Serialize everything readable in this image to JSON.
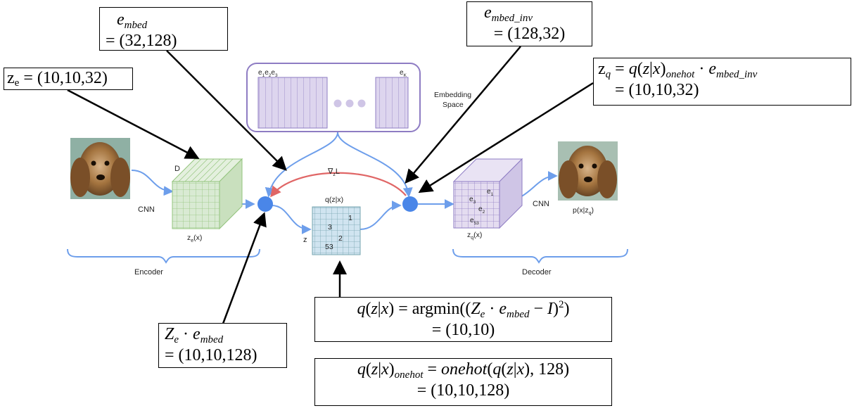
{
  "diagram": {
    "cnn_left": "CNN",
    "cnn_right": "CNN",
    "d_label": "D",
    "ze_x": "z",
    "ze_x_sub": "e",
    "ze_x_tail": "(x)",
    "z_label": "z",
    "q_label": "q(z|x)",
    "grid_vals": [
      "1",
      "3",
      "2",
      "53"
    ],
    "grad_label": "∇",
    "grad_sub": "z",
    "grad_tail": "L",
    "embed_e1": "e",
    "embed_e_subs": [
      "1",
      "2",
      "3"
    ],
    "embed_ek": "e",
    "embed_ek_sub": "K",
    "embed_space_1": "Embedding",
    "embed_space_2": "Space",
    "dec_cells": [
      "e",
      "e",
      "e",
      "e"
    ],
    "dec_cell_subs": [
      "1",
      "3",
      "2",
      "53"
    ],
    "zq_x": "z",
    "zq_x_sub": "q",
    "zq_x_tail": "(x)",
    "pxzq": "p(x|z",
    "pxzq_sub": "q",
    "pxzq_tail": ")",
    "encoder": "Encoder",
    "decoder": "Decoder"
  },
  "annotations": {
    "embed_shape": "= (32,128)",
    "embed_inv_shape": "= (128,32)",
    "ze_shape": "= (10,10,32)",
    "zq_shape": "= (10,10,32)",
    "ze_embed_shape": "= (10,10,128)",
    "q_shape": "= (10,10)",
    "q_onehot_shape": "= (10,10,128)"
  },
  "colors": {
    "arrow_blue": "#6d9eeb",
    "node_blue": "#4a86e8",
    "grad_red": "#e06666",
    "encoder_green": "#d9ead3",
    "grid_cyan": "#d0e4f0",
    "decoder_purple": "#d9d2e9",
    "embed_border": "#8e7cc3"
  }
}
